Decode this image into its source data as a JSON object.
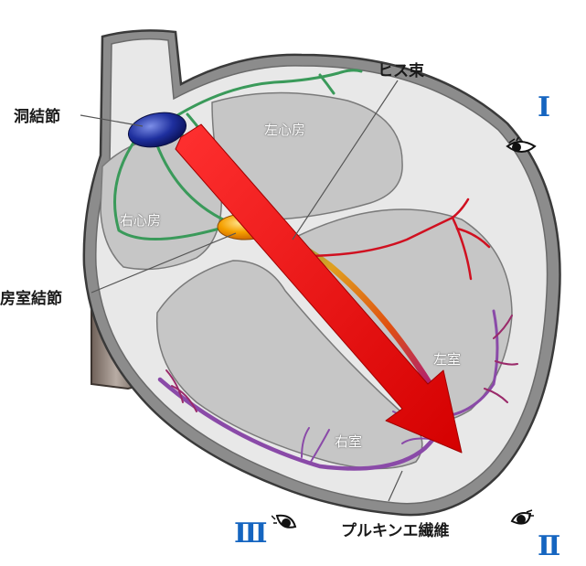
{
  "labels": {
    "sa_node": "洞結節",
    "av_node": "房室結節",
    "his_bundle": "ヒス束",
    "purkinje": "プルキンエ繊維",
    "left_atrium": "左心房",
    "right_atrium": "右心房",
    "left_ventricle": "左室",
    "right_ventricle": "右室"
  },
  "leads": {
    "lead_1": "Ⅰ",
    "lead_2": "Ⅱ",
    "lead_3": "Ⅲ"
  },
  "colors": {
    "lead_label": "#1565c0",
    "axis_arrow": "#e01010",
    "sa_node": "#1e2f9e",
    "av_node": "#f5a000",
    "conduction_green": "#3a9a5a",
    "purkinje_purple": "#8a4aa8",
    "purkinje_red": "#d01020"
  },
  "icons": {
    "lead_1": "eye-icon",
    "lead_2": "eye-icon",
    "lead_3": "eye-icon"
  }
}
